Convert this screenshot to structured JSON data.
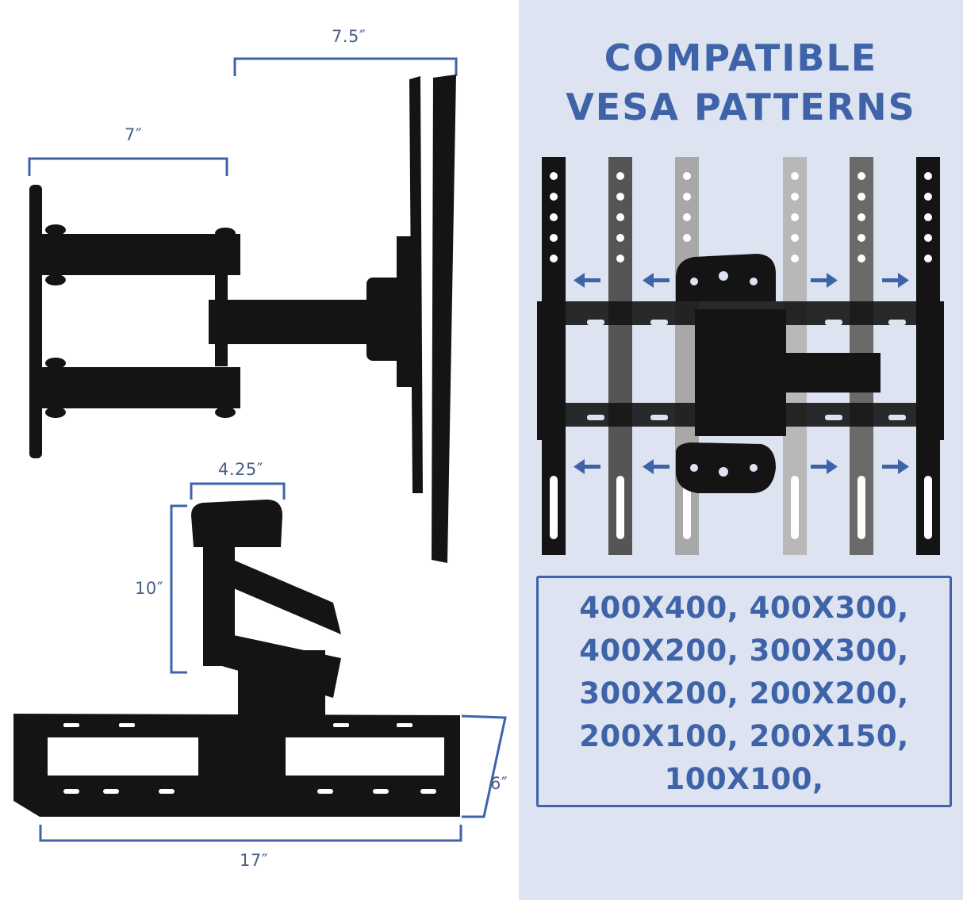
{
  "dimensions": {
    "arm_depth": "7.5″",
    "wall_plate_depth": "7″",
    "plate_width": "4.25″",
    "plate_height": "10″",
    "bracket_height": "6″",
    "bracket_width": "17″"
  },
  "vesa_panel": {
    "heading_line1": "COMPATIBLE",
    "heading_line2": "VESA PATTERNS",
    "patterns": [
      "400X400, 400X300,",
      "400X200, 300X300,",
      "300X200, 200X200,",
      "200X100, 200X150,",
      "100X100,"
    ]
  },
  "colors": {
    "accent": "#3f63a8",
    "panel_bg": "#dde3f0",
    "dimension_line": "#3f63a8",
    "mount_black": "#141414"
  }
}
